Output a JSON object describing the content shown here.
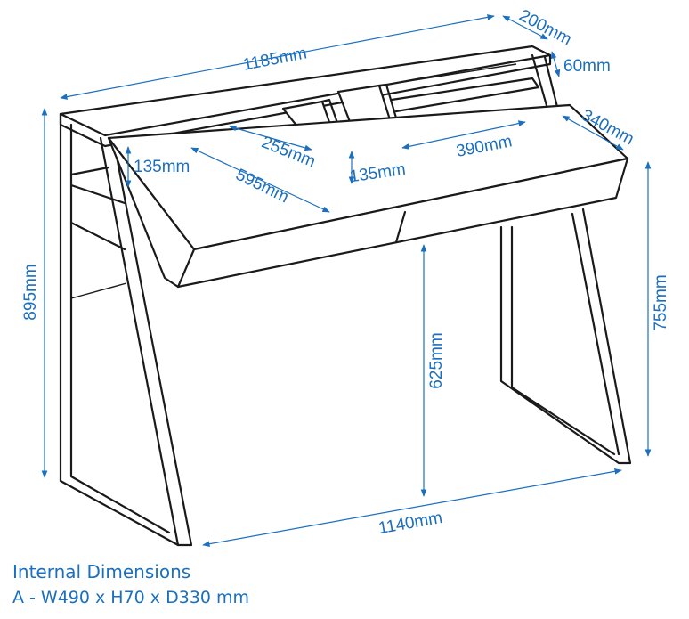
{
  "colors": {
    "dimension": "#1b6fbf",
    "outline": "#1a1a1a",
    "background": "#ffffff"
  },
  "dimensions": {
    "overall_width": "1185mm",
    "overall_depth_top": "200mm",
    "shelf_gap": "60mm",
    "desk_depth": "340mm",
    "compartment_width": "255mm",
    "left_height": "135mm",
    "desk_width": "595mm",
    "center_height": "135mm",
    "right_width": "390mm",
    "overall_height": "895mm",
    "desk_height": "755mm",
    "knee_height": "625mm",
    "base_width": "1140mm"
  },
  "internal": {
    "title": "Internal Dimensions",
    "line": "A - W490 x H70 x D330 mm"
  }
}
